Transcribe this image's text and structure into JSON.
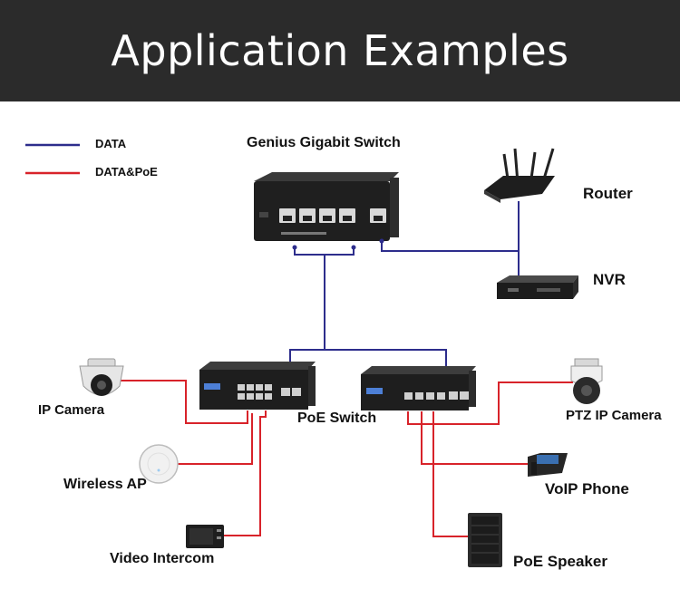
{
  "header": {
    "title": "Application Examples"
  },
  "legend": [
    {
      "label": "DATA",
      "color": "#2d2d8c"
    },
    {
      "label": "DATA&PoE",
      "color": "#d8232a"
    }
  ],
  "devices": {
    "core_switch": "Genius Gigabit Switch",
    "router": "Router",
    "nvr": "NVR",
    "poe_switch": "PoE Switch",
    "ip_camera": "IP Camera",
    "wireless_ap": "Wireless AP",
    "video_intercom": "Video Intercom",
    "ptz_camera": "PTZ IP Camera",
    "voip_phone": "VoIP Phone",
    "poe_speaker": "PoE Speaker"
  },
  "colors": {
    "data_line": "#2d2d8c",
    "poe_line": "#d8232a",
    "banner": "#2b2b2b"
  },
  "icons": [
    "switch-icon",
    "router-icon",
    "nvr-icon",
    "dome-camera-icon",
    "access-point-icon",
    "intercom-icon",
    "ptz-camera-icon",
    "ip-phone-icon",
    "speaker-icon"
  ]
}
